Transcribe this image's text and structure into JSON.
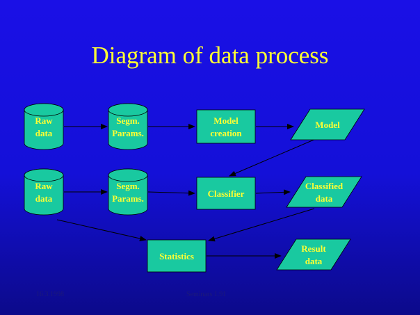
{
  "slide": {
    "title": "Diagram of data process",
    "colors": {
      "background_top": "#1a10e6",
      "background_bottom": "#0c0a8a",
      "title_text": "#ffff33",
      "shape_fill": "#19c9a0",
      "arrow": "#000000"
    },
    "footer": {
      "date": "16.3.1998",
      "author": "Seminars 1.91"
    }
  },
  "diagram": {
    "nodes": {
      "raw1": {
        "shape": "cylinder",
        "lines": [
          "Raw",
          "data"
        ]
      },
      "segm1": {
        "shape": "cylinder",
        "lines": [
          "Segm.",
          "Params."
        ]
      },
      "model_creation": {
        "shape": "rectangle",
        "lines": [
          "Model",
          "creation"
        ]
      },
      "model": {
        "shape": "parallelogram",
        "lines": [
          "Model"
        ]
      },
      "raw2": {
        "shape": "cylinder",
        "lines": [
          "Raw",
          "data"
        ]
      },
      "segm2": {
        "shape": "cylinder",
        "lines": [
          "Segm.",
          "Params."
        ]
      },
      "classifier": {
        "shape": "rectangle",
        "lines": [
          "Classifier"
        ]
      },
      "classified": {
        "shape": "parallelogram",
        "lines": [
          "Classified",
          "data"
        ]
      },
      "statistics": {
        "shape": "rectangle",
        "lines": [
          "Statistics"
        ]
      },
      "result": {
        "shape": "parallelogram",
        "lines": [
          "Result",
          "data"
        ]
      }
    },
    "edges": [
      {
        "from": "raw1",
        "to": "segm1"
      },
      {
        "from": "segm1",
        "to": "model_creation"
      },
      {
        "from": "model_creation",
        "to": "model"
      },
      {
        "from": "model",
        "to": "classifier"
      },
      {
        "from": "raw2",
        "to": "segm2"
      },
      {
        "from": "segm2",
        "to": "classifier"
      },
      {
        "from": "classifier",
        "to": "classified"
      },
      {
        "from": "classified",
        "to": "statistics"
      },
      {
        "from": "raw2",
        "to": "statistics"
      },
      {
        "from": "statistics",
        "to": "result"
      }
    ]
  }
}
